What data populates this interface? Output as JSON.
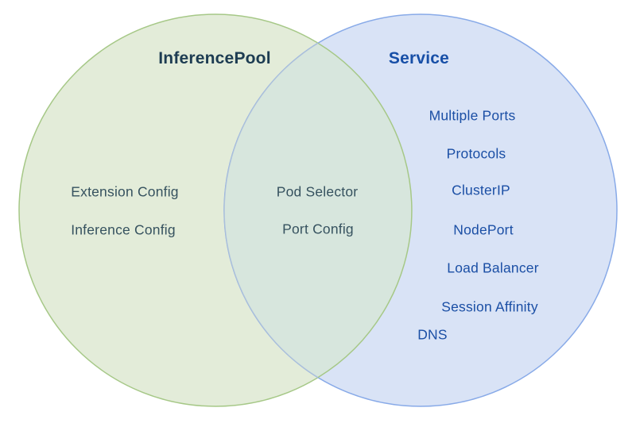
{
  "venn": {
    "left": {
      "title": "InferencePool",
      "items": [
        "Extension Config",
        "Inference Config"
      ]
    },
    "intersection": {
      "items": [
        "Pod Selector",
        "Port Config"
      ]
    },
    "right": {
      "title": "Service",
      "items": [
        "Multiple Ports",
        "Protocols",
        "ClusterIP",
        "NodePort",
        "Load Balancer",
        "Session Affinity",
        "DNS"
      ]
    },
    "colors": {
      "green_fill": "#e3ecd9",
      "green_stroke": "#a6c887",
      "blue_fill": "#d9e3f6",
      "blue_stroke": "#88aae8",
      "overlap_fill": "#d7e6dd",
      "overlap_blue_arc": "#a9bdda",
      "green_title_text": "#1d3c52",
      "green_item_text": "#36525f",
      "blue_text": "#1b4fa5"
    }
  }
}
